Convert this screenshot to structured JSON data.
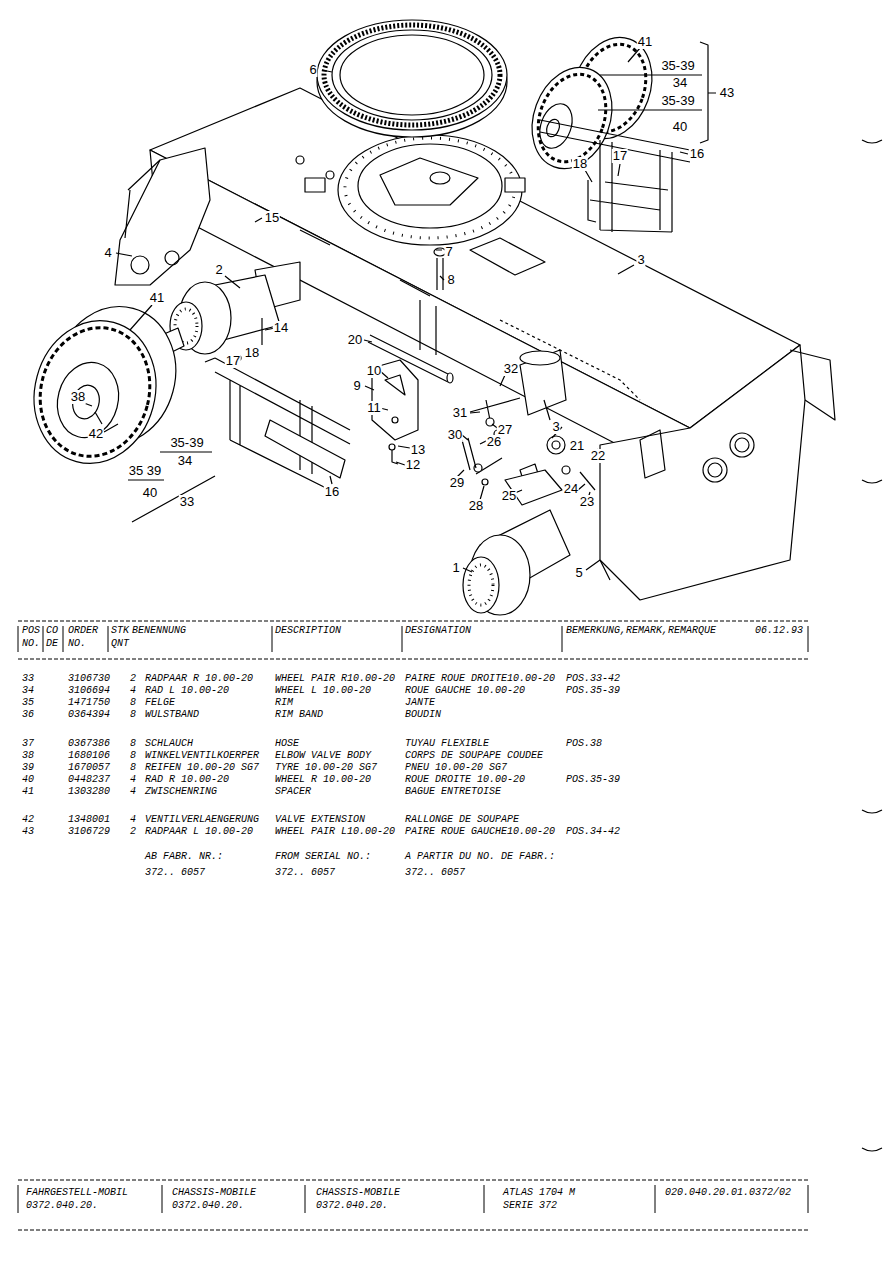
{
  "diagram": {
    "labels": [
      "41",
      "35-39",
      "34",
      "35-39",
      "40",
      "43",
      "16",
      "17",
      "18",
      "6",
      "15",
      "4",
      "2",
      "7",
      "8",
      "3",
      "41",
      "14",
      "18",
      "17",
      "20",
      "10",
      "9",
      "11",
      "13",
      "12",
      "16",
      "32",
      "31",
      "27",
      "26",
      "30",
      "3",
      "21",
      "22",
      "29",
      "25",
      "24",
      "23",
      "28",
      "38",
      "42",
      "35-39",
      "34",
      "35 39",
      "40",
      "33",
      "1",
      "5",
      "POS",
      "CO",
      "ORDER",
      "STK",
      "BENENNUNG",
      "DESCRIPTION",
      "DESIGNATION",
      "BEMERKUNG,REMARK,REMARQUE",
      "06.12.93",
      "NO.",
      "DE",
      "NO.",
      "QNT",
      "33",
      "3106730",
      "2",
      "RADPAAR R 10.00-20",
      "WHEEL PAIR R10.00-20",
      "PAIRE ROUE DROITE10.00-20",
      "POS.33-42",
      "34",
      "3106694",
      "4",
      "RAD L 10.00-20",
      "WHEEL L 10.00-20",
      "ROUE GAUCHE 10.00-20",
      "POS.35-39",
      "35",
      "1471750",
      "8",
      "FELGE",
      "RIM",
      "JANTE",
      "36",
      "0364394",
      "8",
      "WULSTBAND",
      "RIM BAND",
      "BOUDIN",
      "37",
      "0367386",
      "8",
      "SCHLAUCH",
      "HOSE",
      "TUYAU FLEXIBLE",
      "POS.38",
      "38",
      "1680106",
      "8",
      "WINKELVENTILKOERPER",
      "ELBOW VALVE BODY",
      "CORPS DE SOUPAPE COUDEE",
      "39",
      "1670057",
      "8",
      "REIFEN 10.00-20 SG7",
      "TYRE 10.00-20 SG7",
      "PNEU 10.00-20 SG7",
      "40",
      "0448237",
      "4",
      "RAD R 10.00-20",
      "WHEEL R 10.00-20",
      "ROUE DROITE 10.00-20",
      "POS.35-39",
      "41",
      "1303280",
      "4",
      "ZWISCHENRING",
      "SPACER",
      "BAGUE ENTRETOISE",
      "42",
      "1348001",
      "4",
      "VENTILVERLAENGERUNG",
      "VALVE EXTENSION",
      "RALLONGE DE SOUPAPE",
      "43",
      "3106729",
      "2",
      "RADPAAR L 10.00-20",
      "WHEEL PAIR L10.00-20",
      "PAIRE ROUE GAUCHE10.00-20",
      "POS.34-42",
      "AB FABR. NR.:",
      "FROM SERIAL NO.:",
      "A PARTIR DU NO. DE FABR.:",
      "372.. 6057",
      "372.. 6057",
      "372.. 6057",
      "FAHRGESTELL-MOBIL",
      "0372.040.20.",
      "CHASSIS-MOBILE",
      "0372.040.20.",
      "CHASSIS-MOBILE",
      "0372.040.20.",
      "ATLAS 1704 M",
      "SERIE 372",
      "020.040.20.01.0372/02"
    ]
  }
}
